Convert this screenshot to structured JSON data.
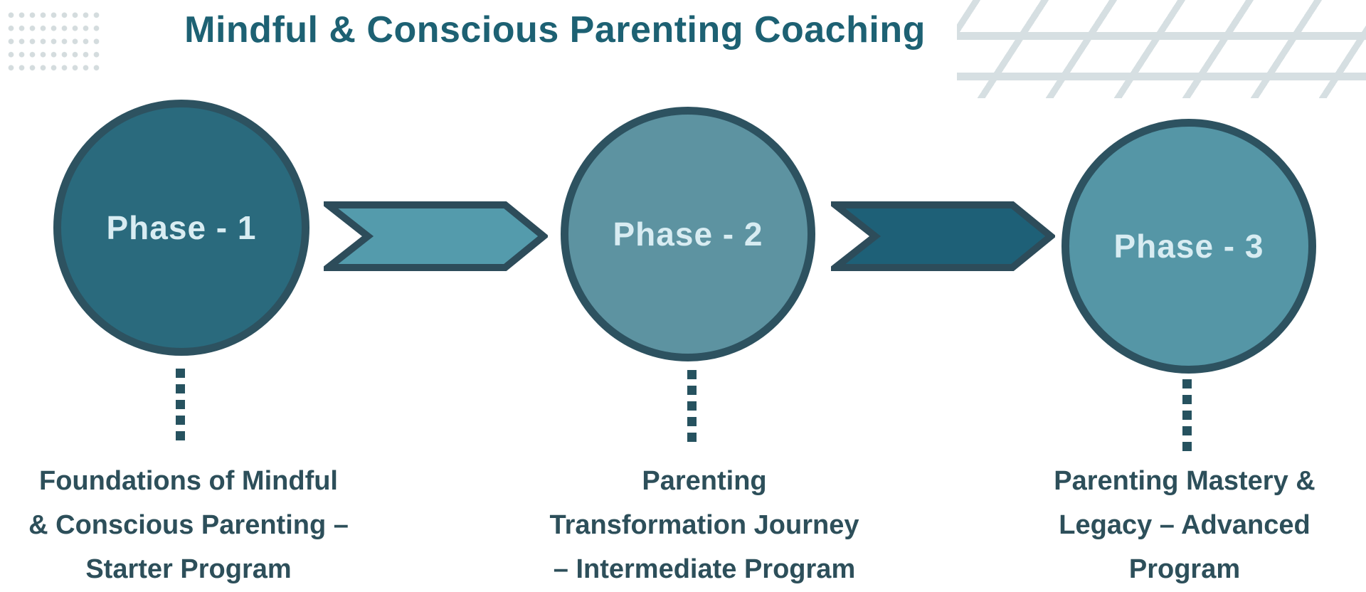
{
  "title": "Mindful & Conscious Parenting Coaching",
  "colors": {
    "title_text": "#1d6173",
    "circle_border": "#2d5260",
    "phase1_circle_fill": "#2a6a7d",
    "phase2_circle_fill": "#5d93a1",
    "phase3_circle_fill": "#5596a6",
    "arrow1_fill": "#549bac",
    "arrow2_fill": "#1e6077",
    "arrow_border": "#2d4c5a",
    "phase_label_text": "#d8ecf2",
    "program_text": "#2d4f5a",
    "dotted_connector": "#26525f",
    "decorative_gray": "#d6dfe2"
  },
  "phases": [
    {
      "label": "Phase - 1",
      "program_lines": [
        "Foundations of Mindful",
        "& Conscious Parenting –",
        "Starter Program"
      ]
    },
    {
      "label": "Phase - 2",
      "program_lines": [
        "Parenting",
        "Transformation Journey",
        "– Intermediate Program"
      ]
    },
    {
      "label": "Phase - 3",
      "program_lines": [
        "Parenting Mastery &",
        "Legacy – Advanced",
        "Program"
      ]
    }
  ]
}
